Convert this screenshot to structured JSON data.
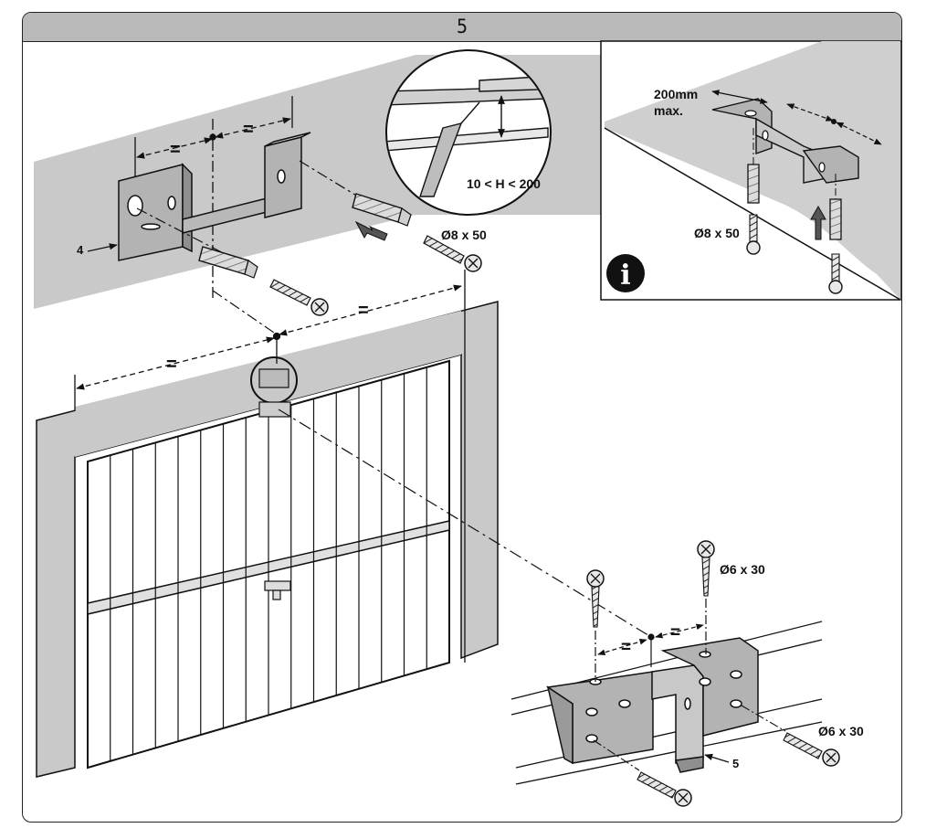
{
  "step": {
    "number": "5"
  },
  "labels": {
    "part_4": "4",
    "part_5": "5",
    "equal": "=",
    "height_range": "10 < H < 200",
    "plug_screw_main": "Ø8 x 50",
    "plug_screw_info": "Ø8 x 50",
    "door_screw_top": "Ø6 x 30",
    "door_screw_side": "Ø6 x 30",
    "max_distance_line1": "200mm",
    "max_distance_line2": "max."
  },
  "info_icon": {
    "name": "info-icon",
    "glyph": "i"
  },
  "colors": {
    "header": "#b9b9b9",
    "wall": "#c4c4c4",
    "metal": "#b3b3b3",
    "ink": "#111111"
  }
}
